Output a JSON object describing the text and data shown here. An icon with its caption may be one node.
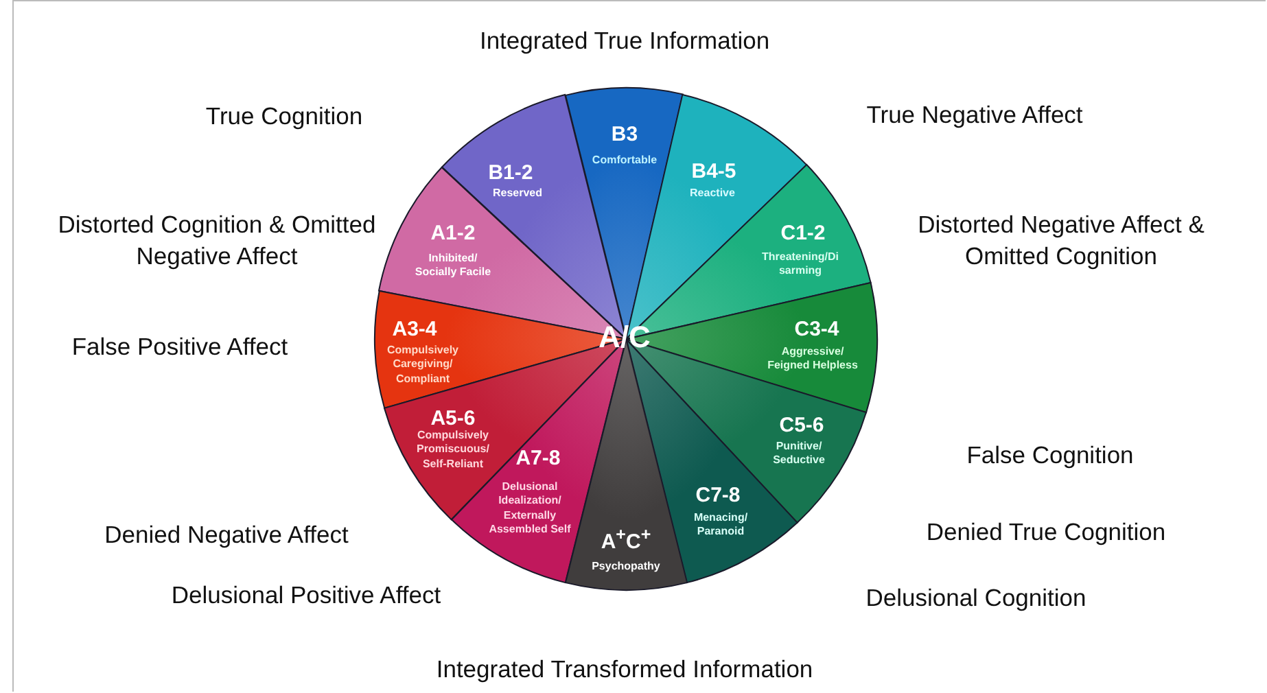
{
  "diagram": {
    "nodes": [
      {
        "text": [
          "B3",
          "Comfortable"
        ]
      },
      {
        "text": [
          "B1-2",
          "Reserved"
        ]
      },
      {
        "text": [
          "B4-5",
          "Reactive"
        ]
      },
      {
        "text": [
          "A1-2",
          "Inhibited/ Socially Facile"
        ]
      },
      {
        "text": [
          "C1-2",
          "Threatening/Disarming"
        ]
      },
      {
        "text": [
          "A3-4",
          "Compulsively Caregiving/ Compliant"
        ]
      },
      {
        "text": [
          "C3-4",
          "Aggressive/ Feigned Helpless"
        ]
      },
      {
        "text": [
          "A5-6",
          "Compulsively Promiscuous/ Self-Reliant"
        ]
      },
      {
        "text": [
          "C5-6",
          "Punitive/ Seductive"
        ]
      },
      {
        "text": [
          "A7-8",
          "Delusional Idealization/ Externally Assembled Self"
        ]
      },
      {
        "text": [
          "C7-8",
          "Menacing/ Paranoid"
        ]
      },
      {
        "text": [
          "A$^{+}$C$^{+}$",
          "Psychopathy"
        ]
      }
    ],
    "labels": [
      "Integrated True Information",
      "True Cognition",
      "True Negative Affect",
      "A/C",
      "Distorted Cognition & Omitted Negative Affect",
      "Distorted Negative Affect & Omitted Cognition",
      "False Positive Affect",
      "False Cognition",
      "Denied Negative Affect",
      "Denied True Cognition",
      "Delusional Positive Affect",
      "Delusional Cognition",
      "Integrated Transformed Information"
    ]
  }
}
